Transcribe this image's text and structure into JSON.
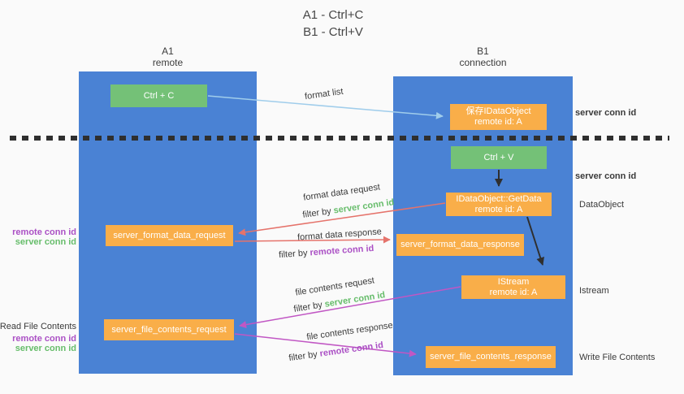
{
  "title": {
    "line1": "A1 - Ctrl+C",
    "line2": "B1 - Ctrl+V"
  },
  "lanes": {
    "left": {
      "name": "A1",
      "role": "remote"
    },
    "right": {
      "name": "B1",
      "role": "connection"
    }
  },
  "nodes": {
    "ctrl_c": "Ctrl + C",
    "ctrl_v": "Ctrl + V",
    "save_dataobject": {
      "line1": "保存IDataObject",
      "line2": "remote id: A"
    },
    "getdata": {
      "line1": "IDataObject::GetData",
      "line2": "remote id: A"
    },
    "istream": {
      "line1": "IStream",
      "line2": "remote id: A"
    },
    "format_request": "server_format_data_request",
    "format_response": "server_format_data_response",
    "file_request": "server_file_contents_request",
    "file_response": "server_file_contents_response"
  },
  "edge_labels": {
    "format_list": "format list",
    "format_data_request": "format data request",
    "format_data_response": "format data response",
    "file_contents_request": "file contents request",
    "file_contents_response": "file contents response",
    "filter_by": "filter by",
    "server_conn_id": "server conn id",
    "remote_conn_id": "remote conn id"
  },
  "annotations": {
    "server_conn_id_top": "server conn id",
    "server_conn_id_mid": "server conn id",
    "dataobject": "DataObject",
    "istream": "Istream",
    "write_file_contents": "Write File Contents",
    "read_file_contents": "Read File Contents",
    "remote_conn_id_left1": "remote conn id",
    "server_conn_id_left1": "server conn id",
    "remote_conn_id_left2": "remote conn id",
    "server_conn_id_left2": "server conn id"
  },
  "colors": {
    "lane_blue": "#4a82d4",
    "node_green": "#74c177",
    "node_orange": "#f9ae49",
    "text_green": "#67bd6b",
    "text_purple": "#ab50c5",
    "arrow_salmon": "#e5736b",
    "arrow_magenta": "#c157c4",
    "arrow_lightblue": "#a0cdeb",
    "arrow_black": "#2f2f2f"
  }
}
